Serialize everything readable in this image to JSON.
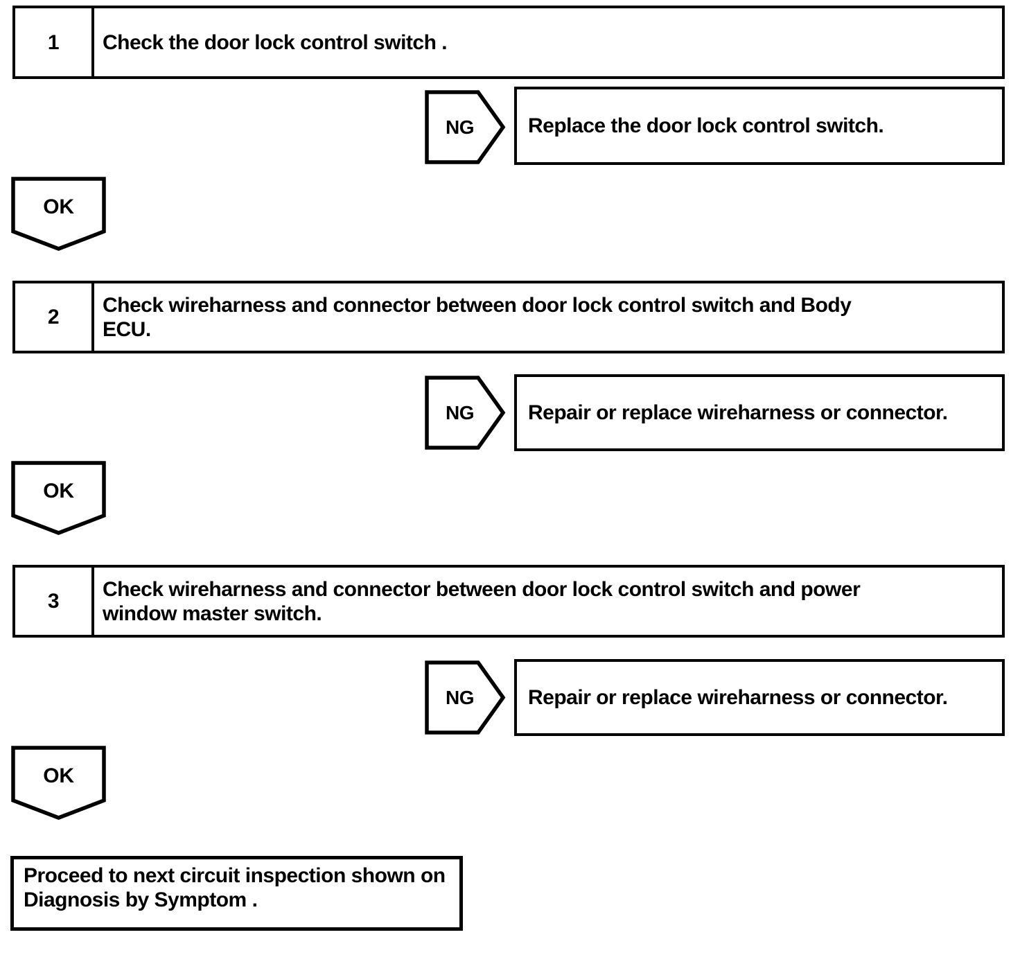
{
  "flowchart": {
    "steps": [
      {
        "number": "1",
        "instruction": "Check the door lock control switch .",
        "ng": {
          "label": "NG",
          "result": "Replace the door lock control switch."
        },
        "ok": {
          "label": "OK"
        }
      },
      {
        "number": "2",
        "instruction": "Check wireharness and connector between door lock control switch and Body ECU.",
        "ng": {
          "label": "NG",
          "result": "Repair or replace wireharness or connector."
        },
        "ok": {
          "label": "OK"
        }
      },
      {
        "number": "3",
        "instruction": "Check wireharness and connector between door lock control switch and power window master switch.",
        "ng": {
          "label": "NG",
          "result": "Repair or replace wireharness or connector."
        },
        "ok": {
          "label": "OK"
        }
      }
    ],
    "final_instruction": "Proceed to next circuit inspection shown on Diagnosis by Symptom .",
    "colors": {
      "ink": "#000000",
      "paper": "#ffffff"
    }
  }
}
